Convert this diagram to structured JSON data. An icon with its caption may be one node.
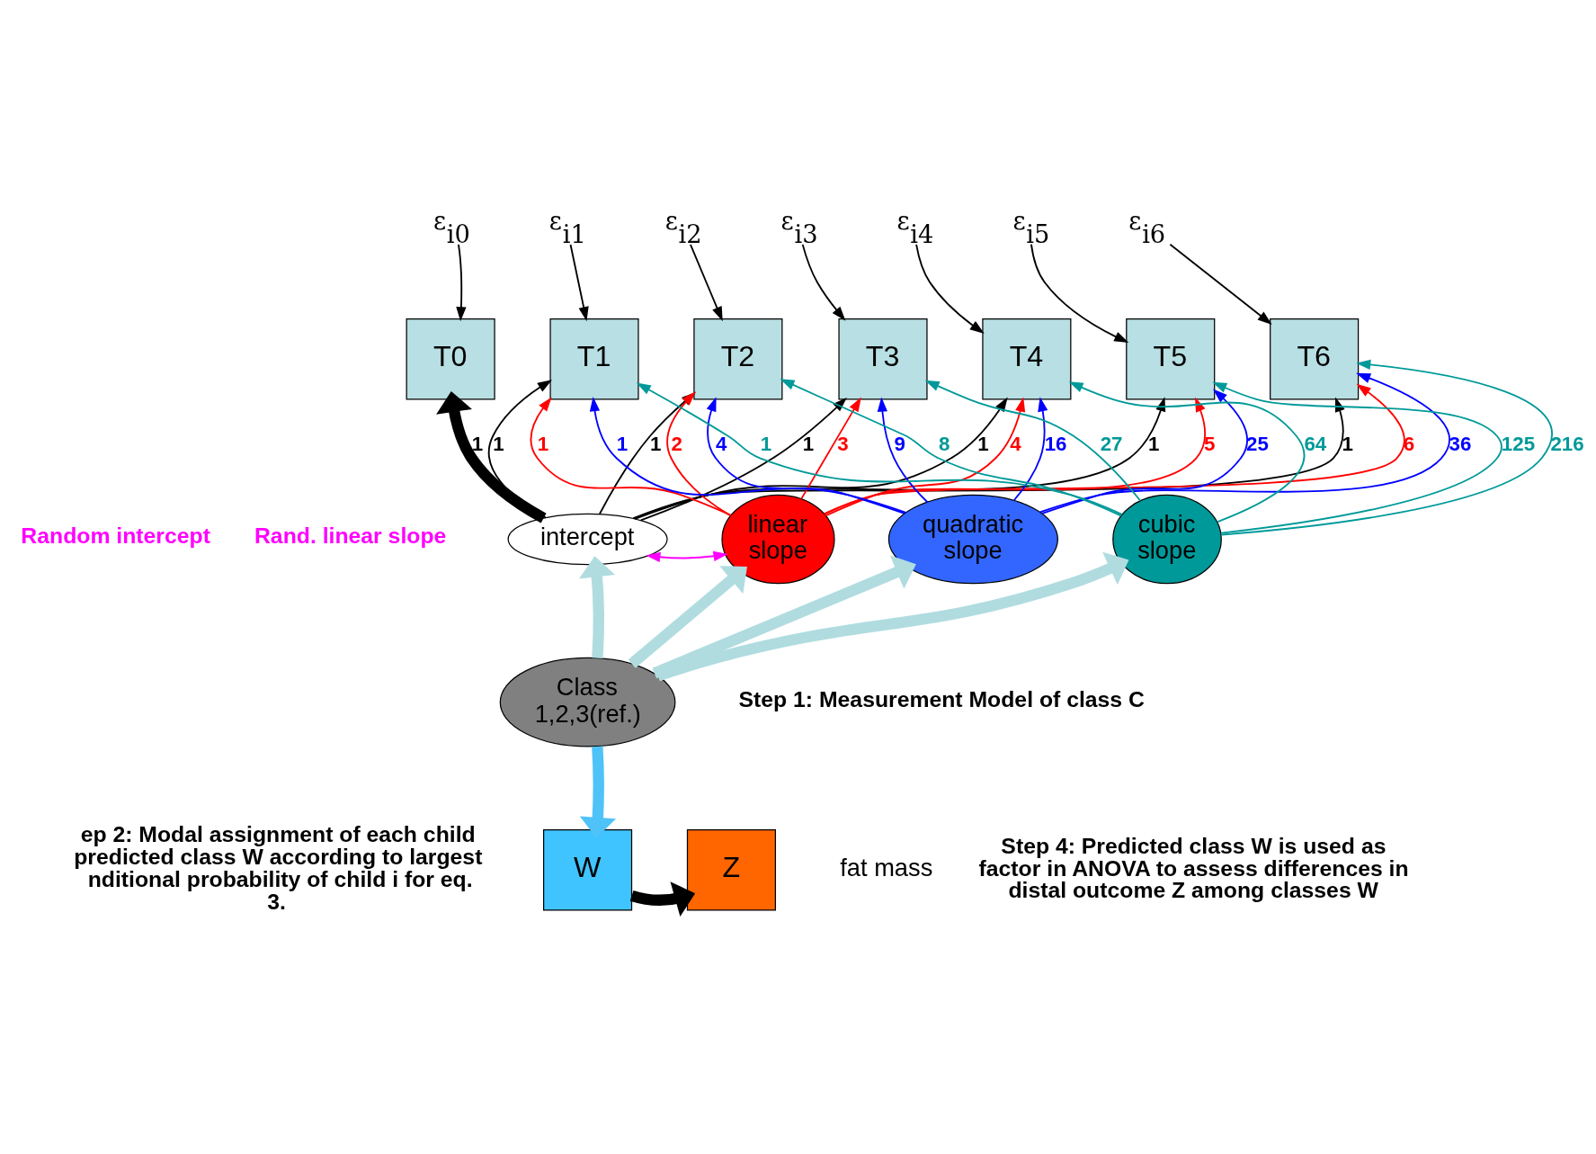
{
  "diagram": {
    "nodes": [
      {
        "text": [
          "ε$_{i0}$"
        ]
      },
      {
        "text": [
          "ε$_{i1}$"
        ]
      },
      {
        "text": [
          "ε$_{i2}$"
        ]
      },
      {
        "text": [
          "ε$_{i3}$"
        ]
      },
      {
        "text": [
          "ε$_{i4}$"
        ]
      },
      {
        "text": [
          "ε$_{i5}$"
        ]
      },
      {
        "text": [
          "ε$_{i6}$"
        ]
      },
      {
        "text": [
          "T0"
        ]
      },
      {
        "text": [
          "T1"
        ]
      },
      {
        "text": [
          "T2"
        ]
      },
      {
        "text": [
          "T3"
        ]
      },
      {
        "text": [
          "T4"
        ]
      },
      {
        "text": [
          "T5"
        ]
      },
      {
        "text": [
          "T6"
        ]
      },
      {
        "text": [
          "intercept"
        ]
      },
      {
        "text": [
          "linear slope"
        ]
      },
      {
        "text": [
          "quadratic slope"
        ]
      },
      {
        "text": [
          "cubic slope"
        ]
      },
      {
        "text": [
          "Class 1,2,3(ref.)"
        ]
      },
      {
        "text": [
          "W"
        ]
      },
      {
        "text": [
          "Z"
        ],
        "beside": [
          "fat mass"
        ]
      }
    ],
    "edges": [
      {
        "from": 0,
        "to": 7,
        "arrow": "to"
      },
      {
        "from": 1,
        "to": 8,
        "arrow": "to"
      },
      {
        "from": 2,
        "to": 9,
        "arrow": "to"
      },
      {
        "from": 3,
        "to": 10,
        "arrow": "to"
      },
      {
        "from": 4,
        "to": 11,
        "arrow": "to"
      },
      {
        "from": 5,
        "to": 12,
        "arrow": "to"
      },
      {
        "from": 6,
        "to": 13,
        "arrow": "to"
      },
      {
        "from": 14,
        "to": 7,
        "arrow": "to",
        "label": "1",
        "style": "thick"
      },
      {
        "from": 14,
        "to": 8,
        "arrow": "to",
        "label": "1"
      },
      {
        "from": 14,
        "to": 9,
        "arrow": "to",
        "label": "1"
      },
      {
        "from": 14,
        "to": 10,
        "arrow": "to",
        "label": "1"
      },
      {
        "from": 14,
        "to": 11,
        "arrow": "to",
        "label": "1"
      },
      {
        "from": 14,
        "to": 12,
        "arrow": "to",
        "label": "1"
      },
      {
        "from": 14,
        "to": 13,
        "arrow": "to",
        "label": "1"
      },
      {
        "from": 15,
        "to": 8,
        "arrow": "to",
        "label": "1",
        "color": "#ff0000"
      },
      {
        "from": 15,
        "to": 9,
        "arrow": "to",
        "label": "2",
        "color": "#ff0000"
      },
      {
        "from": 15,
        "to": 10,
        "arrow": "to",
        "label": "3",
        "color": "#ff0000"
      },
      {
        "from": 15,
        "to": 11,
        "arrow": "to",
        "label": "4",
        "color": "#ff0000"
      },
      {
        "from": 15,
        "to": 12,
        "arrow": "to",
        "label": "5",
        "color": "#ff0000"
      },
      {
        "from": 15,
        "to": 13,
        "arrow": "to",
        "label": "6",
        "color": "#ff0000"
      },
      {
        "from": 16,
        "to": 8,
        "arrow": "to",
        "label": "1",
        "color": "#0000ff"
      },
      {
        "from": 16,
        "to": 9,
        "arrow": "to",
        "label": "4",
        "color": "#0000ff"
      },
      {
        "from": 16,
        "to": 10,
        "arrow": "to",
        "label": "9",
        "color": "#0000ff"
      },
      {
        "from": 16,
        "to": 11,
        "arrow": "to",
        "label": "16",
        "color": "#0000ff"
      },
      {
        "from": 16,
        "to": 12,
        "arrow": "to",
        "label": "25",
        "color": "#0000ff"
      },
      {
        "from": 16,
        "to": 13,
        "arrow": "to",
        "label": "36",
        "color": "#0000ff"
      },
      {
        "from": 17,
        "to": 8,
        "arrow": "to",
        "label": "1",
        "color": "#009999"
      },
      {
        "from": 17,
        "to": 9,
        "arrow": "to",
        "label": "8",
        "color": "#009999"
      },
      {
        "from": 17,
        "to": 10,
        "arrow": "to",
        "label": "27",
        "color": "#009999"
      },
      {
        "from": 17,
        "to": 11,
        "arrow": "to",
        "label": "64",
        "color": "#009999"
      },
      {
        "from": 17,
        "to": 12,
        "arrow": "to",
        "label": "125",
        "color": "#009999"
      },
      {
        "from": 17,
        "to": 13,
        "arrow": "to",
        "label": "216",
        "color": "#009999"
      },
      {
        "from": 14,
        "to": 15,
        "arrow": "both",
        "color": "#ff00ff"
      },
      {
        "from": 18,
        "to": 14,
        "arrow": "to",
        "style": "thick",
        "color": "#b0dce0"
      },
      {
        "from": 18,
        "to": 15,
        "arrow": "to",
        "style": "thick",
        "color": "#b0dce0"
      },
      {
        "from": 18,
        "to": 16,
        "arrow": "to",
        "style": "thick",
        "color": "#b0dce0"
      },
      {
        "from": 18,
        "to": 17,
        "arrow": "to",
        "style": "thick",
        "color": "#b0dce0"
      },
      {
        "from": 18,
        "to": 19,
        "arrow": "to",
        "style": "thick",
        "color": "#4fc3f7"
      },
      {
        "from": 19,
        "to": 20,
        "arrow": "to",
        "style": "thick"
      }
    ],
    "labels": [
      "Random intercept",
      "Rand. linear slope",
      "Step 1: Measurement Model of class C",
      "ep 2: Modal assignment of each child predicted class W according to largest nditional probability of child i for eq. 3.",
      "Step 4: Predicted class W is used as factor in ANOVA to assess differences in distal outcome Z among classes W"
    ]
  }
}
